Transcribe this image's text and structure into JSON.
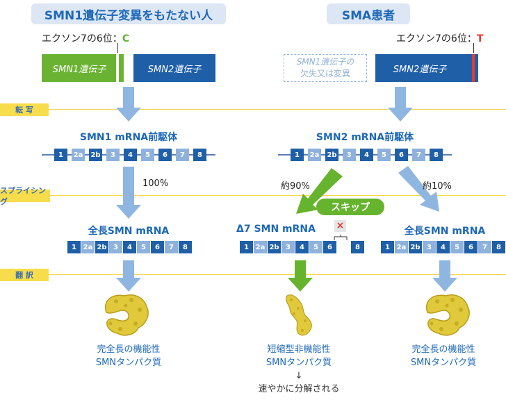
{
  "left": {
    "header": "SMN1遺伝子変異をもたない人",
    "exon7_label": "エクソン7の6位：",
    "exon7_base": "C",
    "gene1": "SMN1遺伝子",
    "gene2": "SMN2遺伝子",
    "premrna": "SMN1 mRNA前駆体",
    "percent": "100%",
    "mrna": "全長SMN mRNA",
    "result_line1": "完全長の機能性",
    "result_line2": "SMNタンパク質"
  },
  "right": {
    "header": "SMA患者",
    "exon7_label": "エクソン7の6位：",
    "exon7_base": "T",
    "missing_line1": "SMN1遺伝子の",
    "missing_line2": "欠失又は変異",
    "gene2": "SMN2遺伝子",
    "premrna": "SMN2 mRNA前駆体",
    "percent_skip": "約90%",
    "percent_full": "約10%",
    "skip_label": "スキップ",
    "mrna_delta": "Δ7 SMN mRNA",
    "mrna_full": "全長SMN mRNA",
    "delta_result_line1": "短縮型非機能性",
    "delta_result_line2": "SMNタンパク質",
    "delta_arrow": "↓",
    "delta_result_line3": "速やかに分解される",
    "full_result_line1": "完全長の機能性",
    "full_result_line2": "SMNタンパク質"
  },
  "stages": {
    "transcription": "転 写",
    "splicing": "スプライシング",
    "translation": "翻 訳"
  },
  "exons_full": [
    "1",
    "2a",
    "2b",
    "3",
    "4",
    "5",
    "6",
    "7",
    "8"
  ],
  "exons_delta": [
    "1",
    "2a",
    "2b",
    "3",
    "4",
    "5",
    "6",
    "8"
  ],
  "colors": {
    "accent_blue": "#1d68b8",
    "exon_dark": "#1f5fa8",
    "exon_light": "#8fb2dd",
    "arrow_blue": "#8fb6e0",
    "arrow_green": "#66b32e",
    "stage_yellow": "#f7dd4c",
    "base_c_green": "#5db52f",
    "base_t_red": "#e63b2e"
  }
}
